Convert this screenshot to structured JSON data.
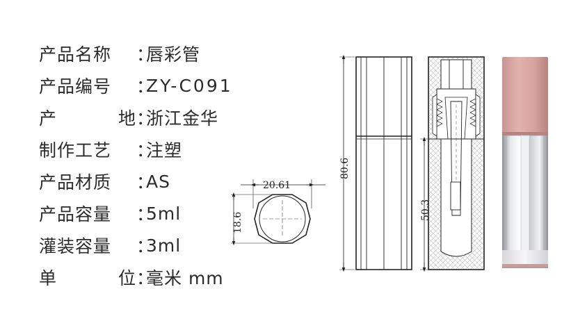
{
  "specs": [
    {
      "label": "产品名称",
      "colon": "：",
      "value": "唇彩管",
      "spread": false
    },
    {
      "label": "产品编号",
      "colon": "：",
      "value": "ZY-C091",
      "spread": false
    },
    {
      "label": "产 地",
      "label_chars": [
        "产",
        "地"
      ],
      "colon": "：",
      "value": "浙江金华",
      "spread": true
    },
    {
      "label": "制作工艺",
      "colon": "：",
      "value": "注塑",
      "spread": false
    },
    {
      "label": "产品材质",
      "colon": "：",
      "value": "AS",
      "spread": false
    },
    {
      "label": "产品容量",
      "colon": "：",
      "value": "5ml",
      "spread": false
    },
    {
      "label": "灌装容量",
      "colon": "：",
      "value": "3ml",
      "spread": false
    },
    {
      "label": "单 位",
      "label_chars": [
        "单",
        "位"
      ],
      "colon": "：",
      "value": "毫米 mm",
      "spread": true
    }
  ],
  "dimensions": {
    "top_width": "20.61",
    "top_depth": "18.6",
    "total_height": "80.6",
    "inner_height": "50.3"
  },
  "colors": {
    "cap": "#d9a7a3",
    "cap_shadow": "#b7827e",
    "line": "#222222",
    "hatch": "#bbbbbb"
  }
}
